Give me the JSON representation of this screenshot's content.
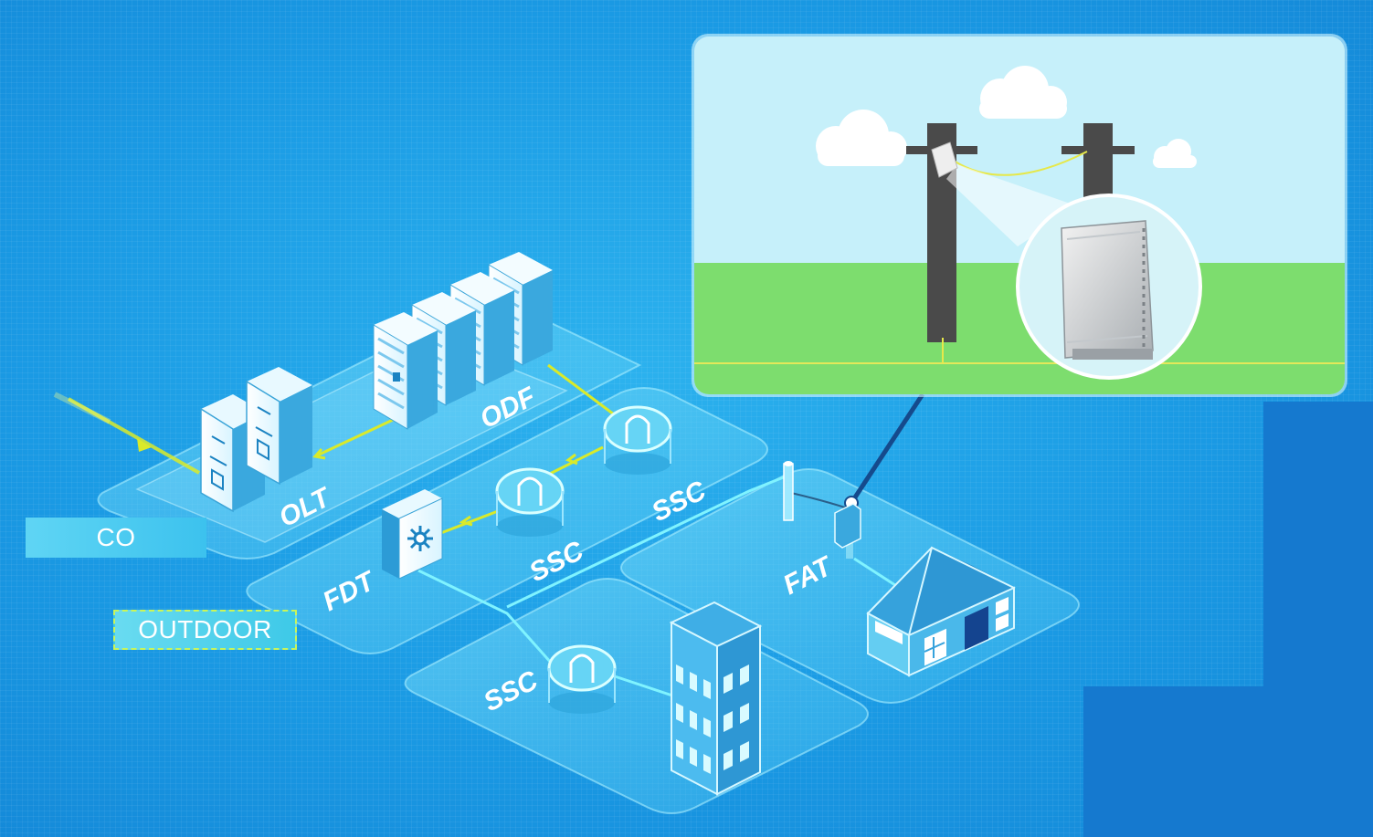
{
  "legend": {
    "co": "CO",
    "outdoor": "OUTDOOR"
  },
  "labels": {
    "olt": "OLT",
    "odf": "ODF",
    "fdt": "FDT",
    "ssc": "SSC",
    "fat": "FAT"
  },
  "colors": {
    "background": "#1a9ae4",
    "platform": "#5fd0f5",
    "fiber_yellow": "#d9ea2a",
    "fiber_cyan": "#7ff3ff",
    "sky": "#c6f0fa",
    "grass": "#7ddd6e",
    "pole": "#4a4a4a"
  },
  "icons": [
    "olt-rack-icon",
    "odf-rack-icon",
    "splice-closure-icon",
    "fdt-cabinet-icon",
    "fat-box-icon",
    "pole-icon",
    "house-icon",
    "apartment-building-icon",
    "cloud-icon"
  ]
}
